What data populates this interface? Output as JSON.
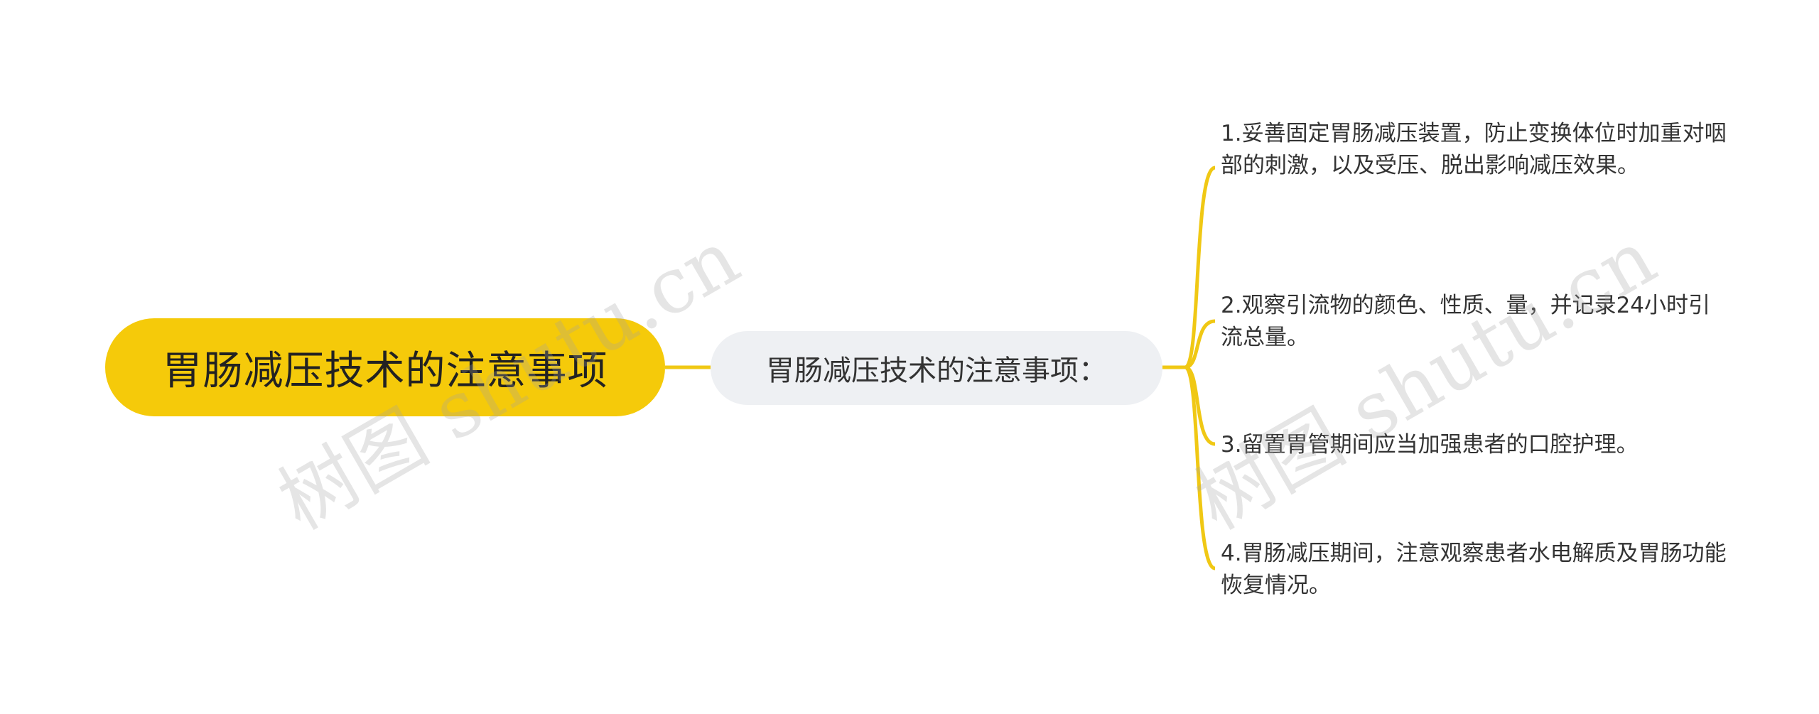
{
  "colors": {
    "root_fill": "#f5ca0a",
    "mid_fill": "#eef0f3",
    "connector": "#f0c814",
    "text": "#333333"
  },
  "root": {
    "label": "胃肠减压技术的注意事项"
  },
  "mid": {
    "label": "胃肠减压技术的注意事项："
  },
  "leaves": [
    {
      "text": "1.妥善固定胃肠减压装置，防止变换体位时加重对咽部的刺激，以及受压、脱出影响减压效果。"
    },
    {
      "text": "2.观察引流物的颜色、性质、量，并记录24小时引流总量。"
    },
    {
      "text": "3.留置胃管期间应当加强患者的口腔护理。"
    },
    {
      "text": "4.胃肠减压期间，注意观察患者水电解质及胃肠功能恢复情况。"
    }
  ],
  "watermark": {
    "text": "树图 shutu.cn"
  }
}
